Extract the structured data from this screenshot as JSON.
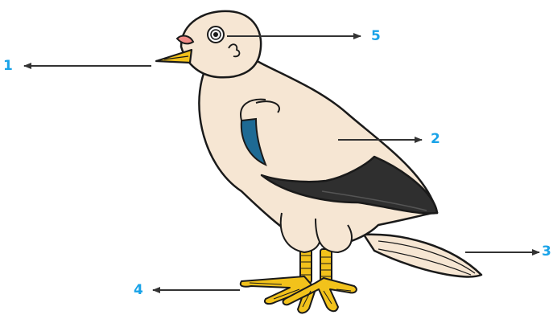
{
  "labels": {
    "beak": "1",
    "body": "2",
    "tail": "3",
    "feet": "4",
    "eye": "5"
  },
  "colors": {
    "label": "#1aa3e8",
    "arrow": "#333333",
    "plumage": "#f6e6d3",
    "wing_dark": "#2f2f2f",
    "wing_accent": "#1e6a94",
    "beak_legs": "#f2c21b",
    "cere": "#f08a86",
    "outline": "#1a1a1a"
  }
}
